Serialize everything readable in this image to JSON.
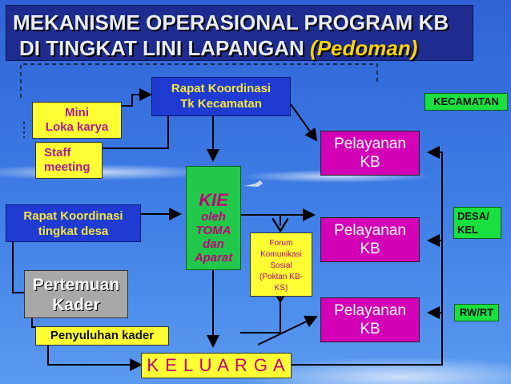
{
  "title": {
    "line1": "MEKANISME OPERASIONAL PROGRAM KB",
    "line2_main": "DI TINGKAT LINI LAPANGAN",
    "line2_italic": "(Pedoman)"
  },
  "boxes": {
    "rapat_kecamatan": [
      "Rapat Koordinasi",
      "Tk Kecamatan"
    ],
    "mini_loka": [
      "Mini",
      "Loka karya"
    ],
    "staff_meeting": [
      "Staff",
      "meeting"
    ],
    "rapat_desa": [
      "Rapat Koordinasi",
      "tingkat desa"
    ],
    "pertemuan_kader": [
      "Pertemuan",
      "Kader"
    ],
    "penyuluhan": "Penyuluhan  kader",
    "keluarga": "K E L U A R G A",
    "kie": [
      "KIE",
      "oleh",
      "TOMA",
      "dan",
      "Aparat"
    ],
    "forum": [
      "Forum",
      "Komunikasi",
      "Sosial",
      "(Poktan KB-",
      "KS)"
    ],
    "pelayanan": [
      {
        "line1": "Pelayanan",
        "line2": "KB"
      },
      {
        "line1": "Pelayanan",
        "line2": "KB"
      },
      {
        "line1": "Pelayanan",
        "line2": "KB"
      }
    ]
  },
  "tags": {
    "kecamatan": "KECAMATAN",
    "desa": [
      "DESA/",
      "KEL"
    ],
    "rwrt": "RW/RT"
  },
  "colors": {
    "title_bg": "#1f2c8f",
    "title_italic": "#ffd400",
    "magenta": "#d400b8",
    "green": "#22c84a"
  }
}
